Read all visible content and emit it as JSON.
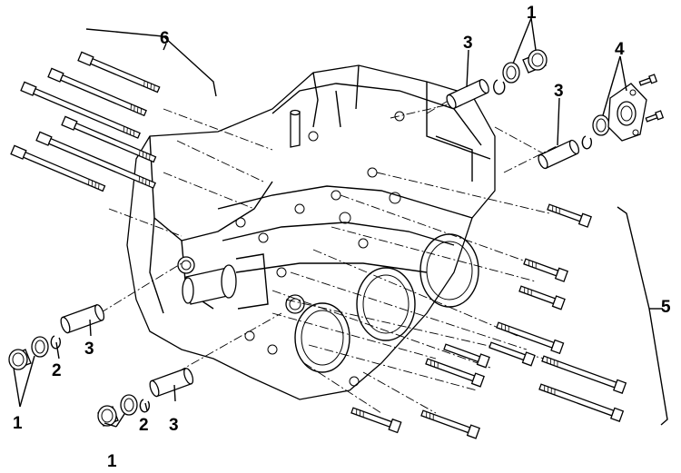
{
  "callouts": {
    "plug": "1",
    "washer": "2",
    "dowel": "3",
    "cover": "4",
    "bolt_group_right": "5",
    "bolt_group_top": "6"
  }
}
